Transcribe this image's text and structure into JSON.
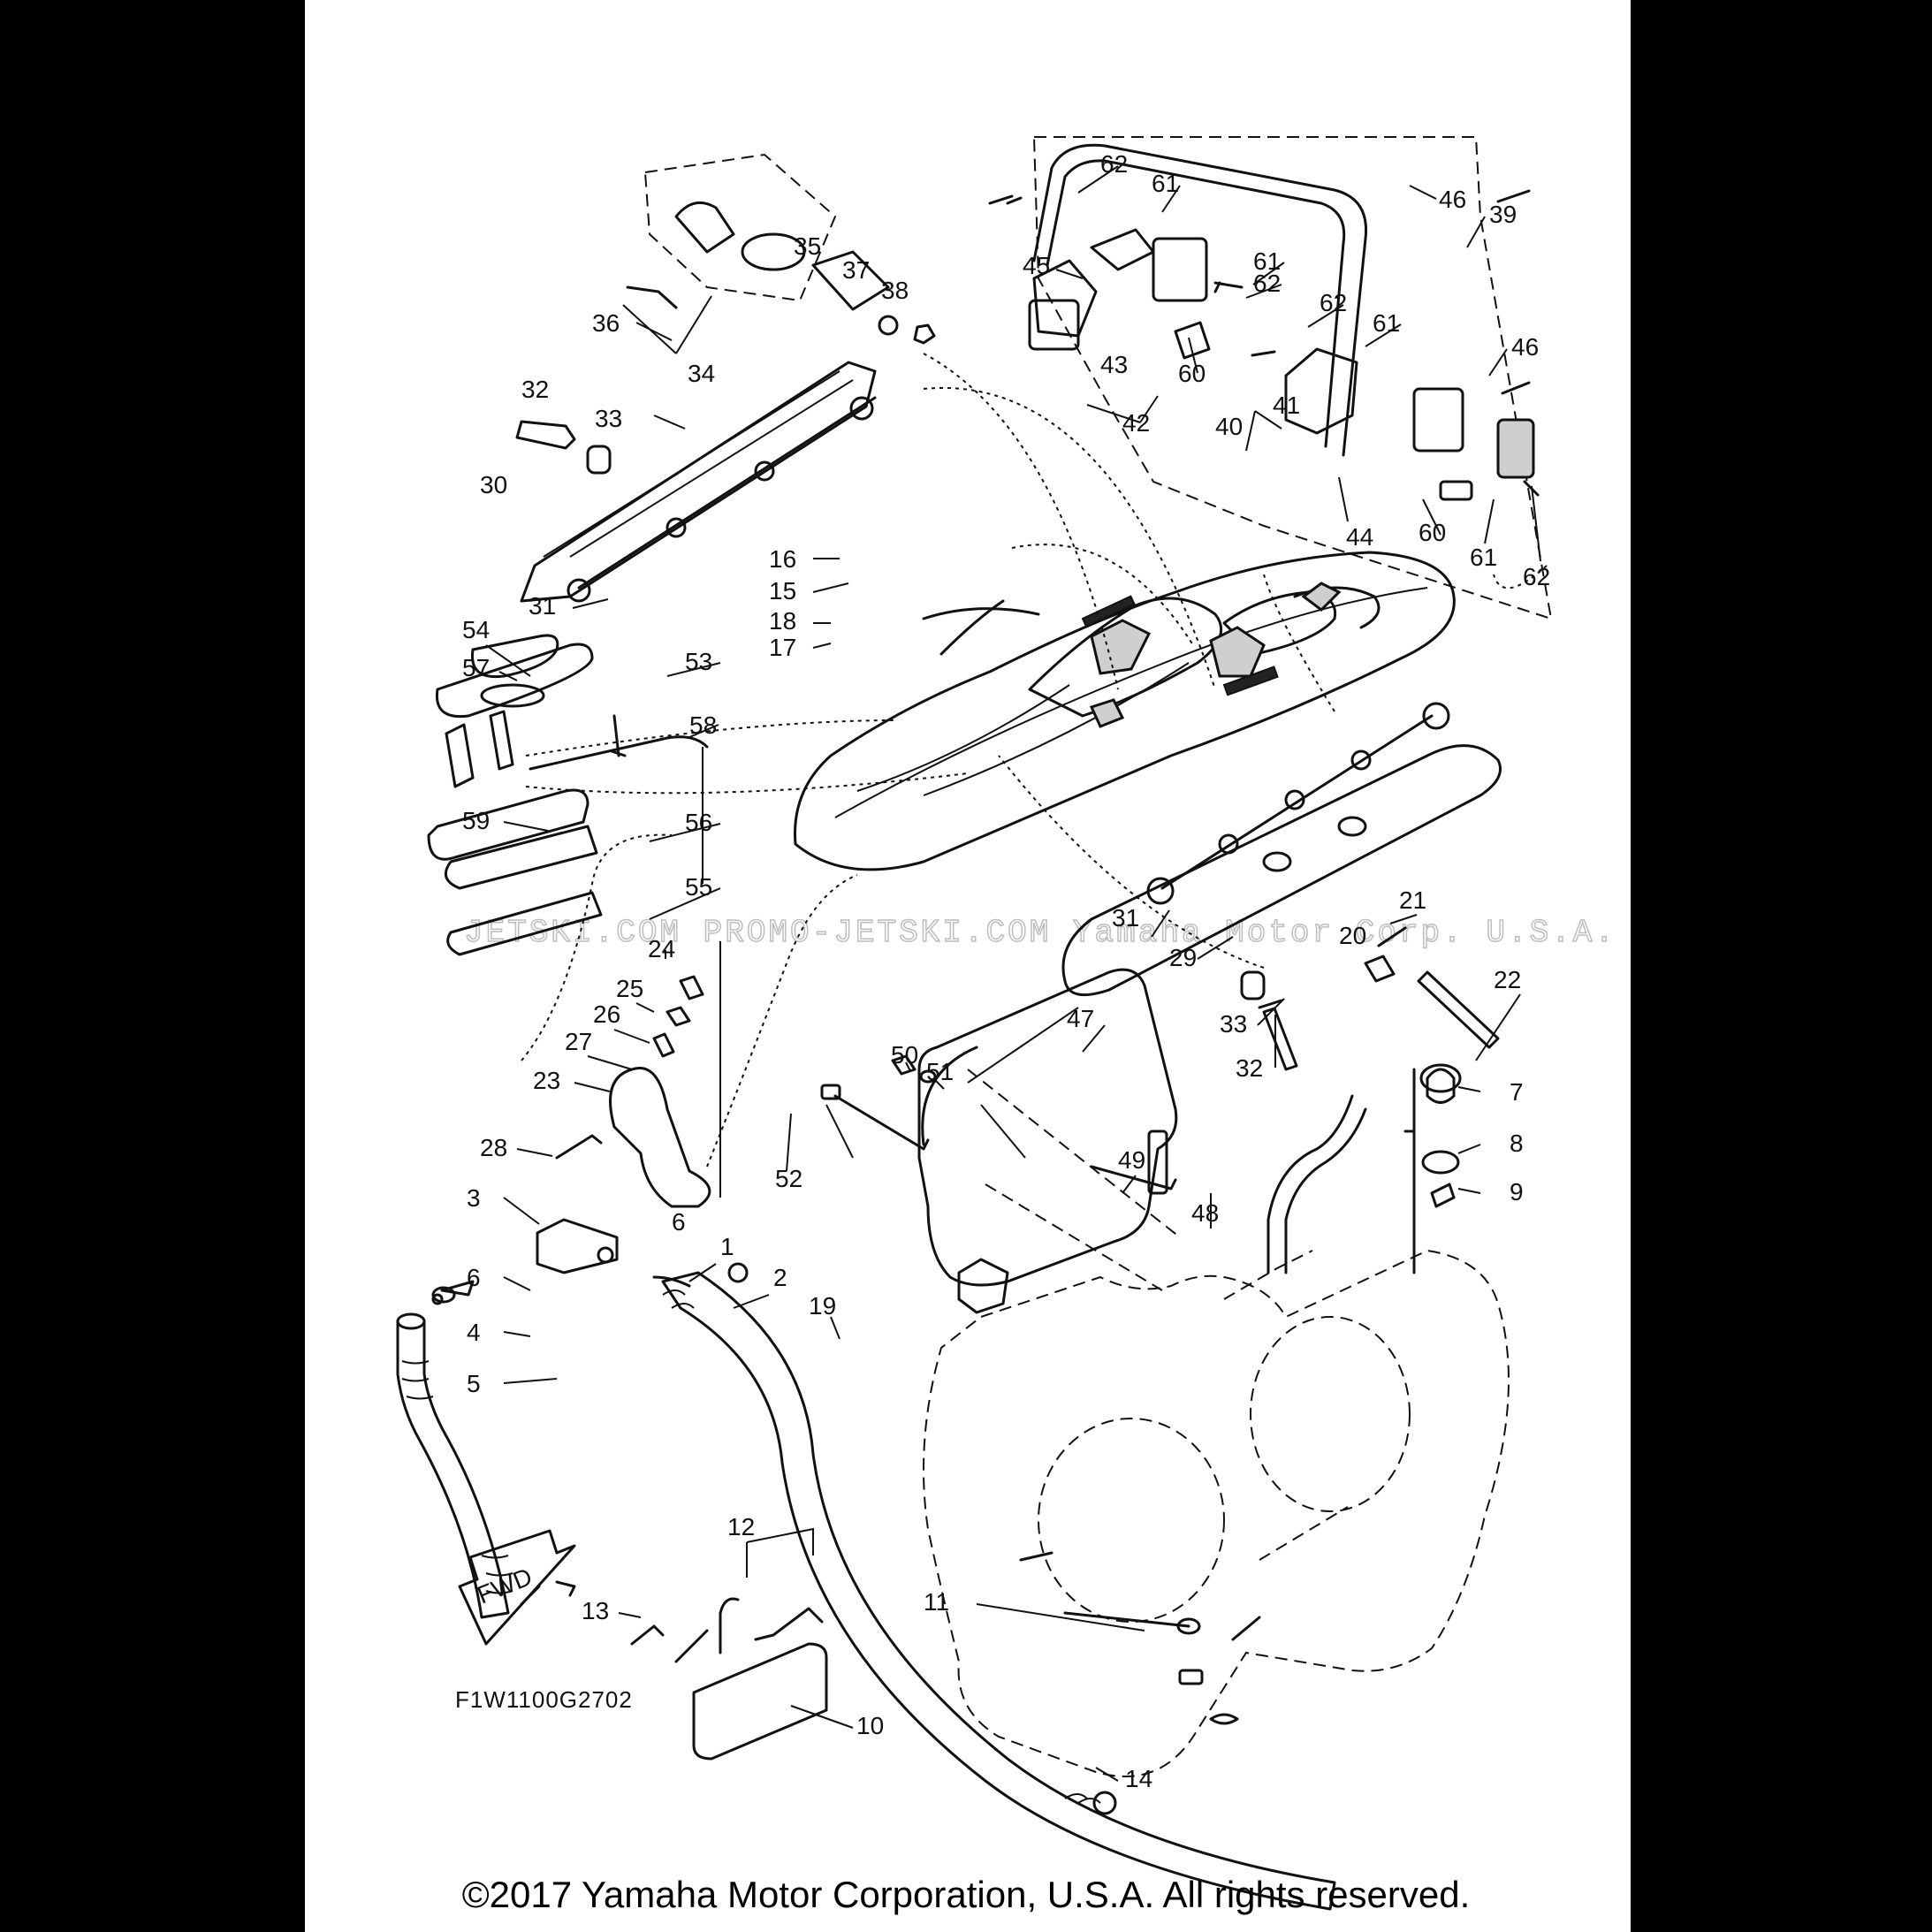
{
  "diagram": {
    "callouts": [
      "1",
      "2",
      "3",
      "4",
      "5",
      "6",
      "6",
      "7",
      "8",
      "9",
      "10",
      "11",
      "12",
      "13",
      "14",
      "15",
      "16",
      "17",
      "18",
      "19",
      "20",
      "21",
      "22",
      "23",
      "24",
      "25",
      "26",
      "27",
      "28",
      "29",
      "30",
      "31",
      "31",
      "32",
      "32",
      "33",
      "33",
      "34",
      "35",
      "36",
      "37",
      "38",
      "39",
      "40",
      "41",
      "42",
      "43",
      "44",
      "45",
      "46",
      "46",
      "47",
      "48",
      "49",
      "50",
      "51",
      "52",
      "53",
      "54",
      "55",
      "56",
      "57",
      "58",
      "59",
      "60",
      "60",
      "61",
      "61",
      "61",
      "61",
      "62",
      "62",
      "62",
      "62"
    ],
    "figure_code": "F1W1100G2702",
    "direction_arrow": "FWD",
    "watermark": "JETSKI.COM  PROMO-JETSKI.COM  Yamaha Motor Corp. U.S.A.  PROMO-JETSKI.COM"
  },
  "footer": {
    "copyright": "©2017 Yamaha Motor Corporation, U.S.A. All rights reserved."
  },
  "colors": {
    "background": "#000000",
    "sheet": "#ffffff",
    "ink": "#111111"
  }
}
